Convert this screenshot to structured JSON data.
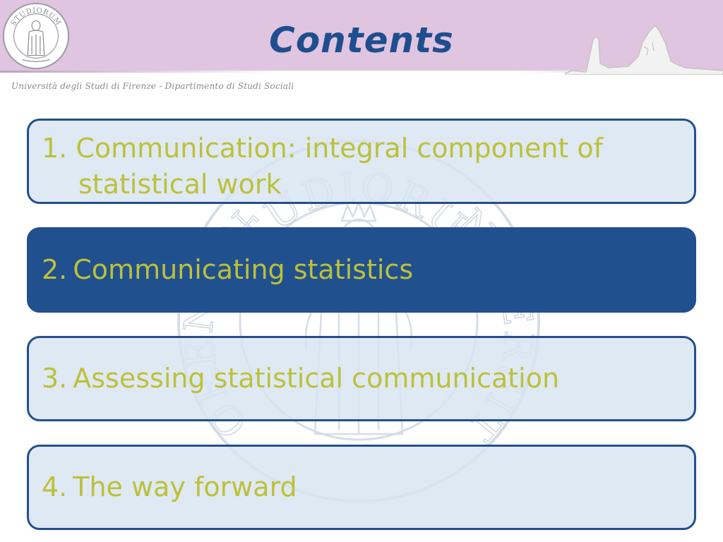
{
  "slide": {
    "title": "Contents",
    "subtitle": "Università degli Studi di Firenze - Dipartimento di Studi Sociali",
    "items": [
      {
        "number": "1.",
        "label": "Communication: integral component of statistical work",
        "active": false
      },
      {
        "number": "2.",
        "label": "Communicating statistics",
        "active": true
      },
      {
        "number": "3.",
        "label": "Assessing statistical communication",
        "active": false
      },
      {
        "number": "4.",
        "label": "The way forward",
        "active": false
      }
    ],
    "seal_text": {
      "top": "STUDIORUM",
      "right": "UNIVERSITAS",
      "left": "FLORENTINA"
    }
  },
  "colors": {
    "header_bg": "#dfc5df",
    "title": "#1f4e8f",
    "box_border": "#234f8e",
    "box_fill": "#d8e4f2",
    "active_fill": "#21508f",
    "item_text": "#bcc138"
  }
}
